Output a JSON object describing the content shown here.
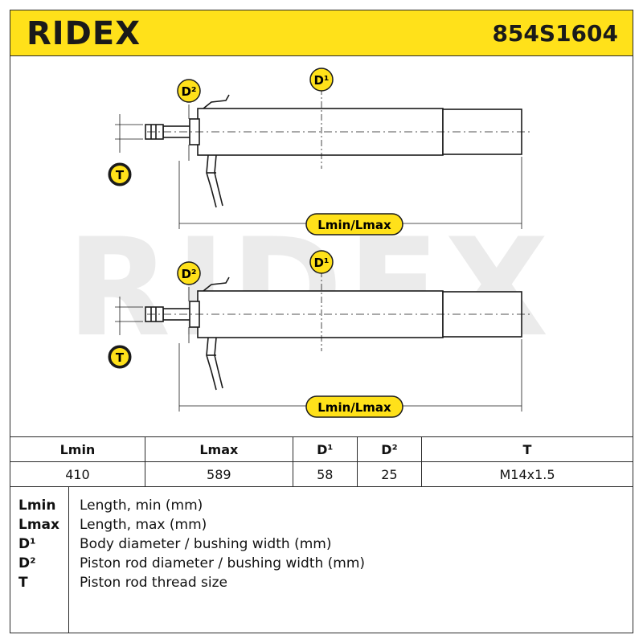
{
  "header": {
    "brand": "RIDEX",
    "part_number": "854S1604"
  },
  "drawing": {
    "watermark": "RIDEX",
    "top": {
      "label_d1": "D¹",
      "label_d2": "D²",
      "label_t": "T",
      "label_length": "Lmin/Lmax"
    },
    "bottom": {
      "label_d1": "D¹",
      "label_d2": "D²",
      "label_t": "T",
      "label_length": "Lmin/Lmax"
    }
  },
  "specs": {
    "headers": [
      "Lmin",
      "Lmax",
      "D¹",
      "D²",
      "T"
    ],
    "values": [
      "410",
      "589",
      "58",
      "25",
      "M14x1.5"
    ]
  },
  "legend": [
    {
      "key": "Lmin",
      "desc": "Length, min (mm)"
    },
    {
      "key": "Lmax",
      "desc": "Length, max (mm)"
    },
    {
      "key": "D¹",
      "desc": "Body diameter / bushing width (mm)"
    },
    {
      "key": "D²",
      "desc": "Piston rod diameter / bushing width (mm)"
    },
    {
      "key": "T",
      "desc": "Piston rod thread size"
    }
  ],
  "colors": {
    "accent_yellow": "#ffe11a",
    "line": "#1a1a1a"
  }
}
